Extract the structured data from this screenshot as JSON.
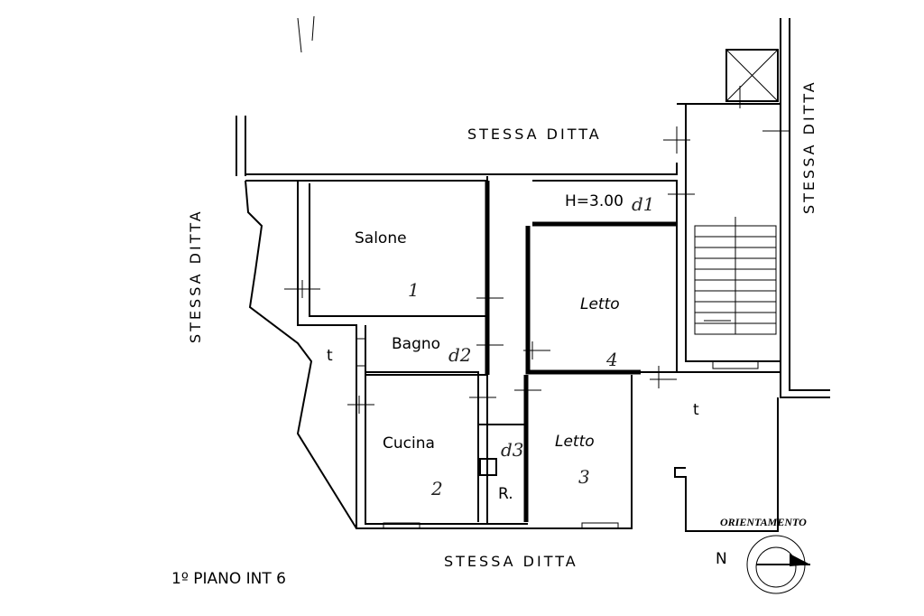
{
  "plan": {
    "neighbors": {
      "top": "STESSA DITTA",
      "left": "STESSA DITTA",
      "right": "STESSA DITTA",
      "bottom": "STESSA DITTA"
    },
    "rooms": {
      "salone": "Salone",
      "bagno": "Bagno",
      "letto_large": "Letto",
      "cucina": "Cucina",
      "letto_small": "Letto",
      "ripostiglio": "R.",
      "height_note": "H=3.00"
    },
    "terrace_marks": [
      "t",
      "t"
    ],
    "handwritten": [
      "1",
      "d2",
      "4",
      "2",
      "d3",
      "3",
      "d1"
    ],
    "orientation": {
      "label": "ORIENTAMENTO",
      "north": "N"
    },
    "floor_label": "1º PIANO  INT 6"
  }
}
